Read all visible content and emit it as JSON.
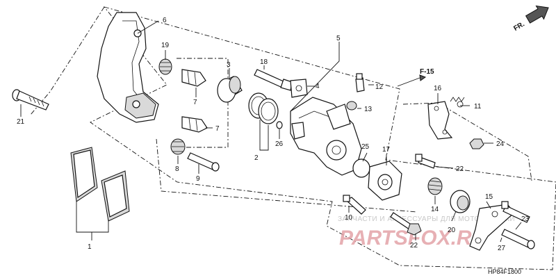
{
  "labels": {
    "p1": "1",
    "p2": "2",
    "p3": "3",
    "p4": "4",
    "p5": "5",
    "p6": "6",
    "p7a": "7",
    "p7b": "7",
    "p8": "8",
    "p9": "9",
    "p10": "10",
    "p11": "11",
    "p12": "12",
    "p13": "13",
    "p14": "14",
    "p15": "15",
    "p16": "16",
    "p17": "17",
    "p18": "18",
    "p19": "19",
    "p20": "20",
    "p21": "21",
    "p22a": "22",
    "p22b": "22",
    "p23": "23",
    "p24": "24",
    "p25": "25",
    "p26": "26",
    "p27": "27"
  },
  "reference": "F-15",
  "direction": "FR.",
  "diagram_code": "HP84F1800",
  "watermark": {
    "caption": "ЗАПЧАСТИ И АКСЕССУАРЫ ДЛЯ МОТОТЕХНИКИ",
    "logo": "PARTSFOX.RU"
  }
}
